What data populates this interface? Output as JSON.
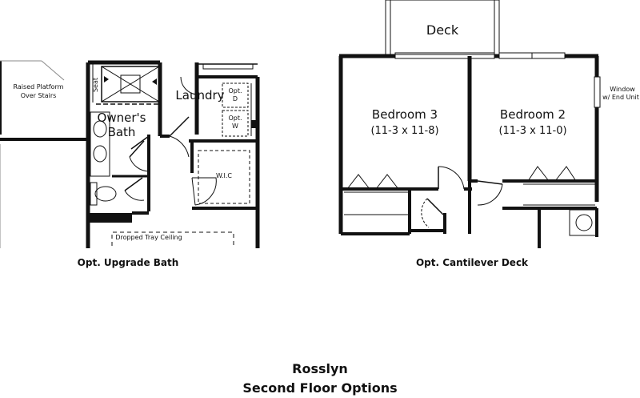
{
  "left_plan": {
    "labels": {
      "raised_platform": [
        "Raised Platform",
        "Over Stairs"
      ],
      "seat": "Seat",
      "owners_bath": [
        "Owner's",
        "Bath"
      ],
      "laundry": "Laundry",
      "opt_d": [
        "Opt.",
        "D"
      ],
      "opt_w": [
        "Opt.",
        "W"
      ],
      "wic": "W.I.C",
      "dropped_tray": "Dropped Tray Ceiling"
    },
    "caption": "Opt. Upgrade Bath"
  },
  "right_plan": {
    "labels": {
      "deck": "Deck",
      "bedroom3_name": "Bedroom 3",
      "bedroom3_size": "(11-3 x 11-8)",
      "bedroom2_name": "Bedroom 2",
      "bedroom2_size": "(11-3 x 11-0)",
      "window_note": [
        "Window",
        "w/ End Unit"
      ]
    },
    "caption": "Opt. Cantilever Deck"
  },
  "title": {
    "line1": "Rosslyn",
    "line2": "Second Floor Options"
  }
}
